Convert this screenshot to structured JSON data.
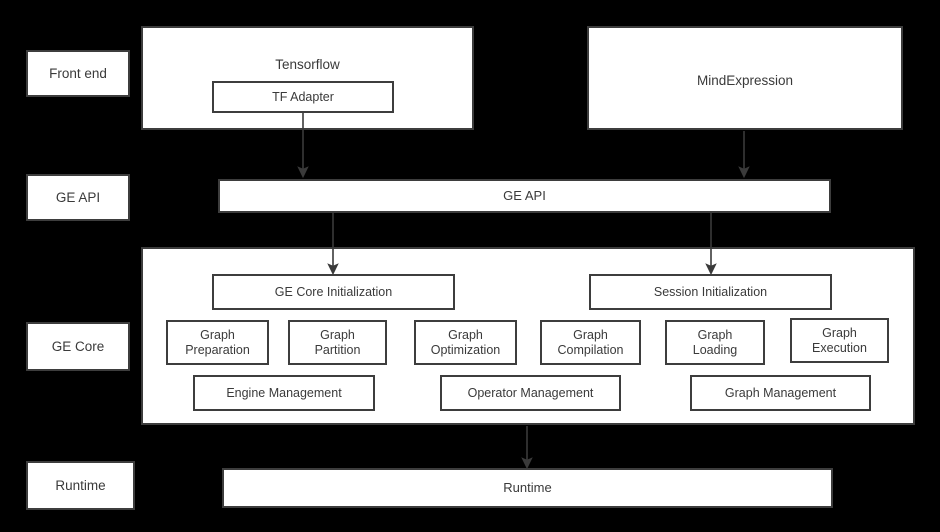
{
  "theme": {
    "background": "#000000",
    "box_fill": "#ffffff",
    "box_border": "#3d3d3d",
    "text_color": "#3a3a3a",
    "arrow_color": "#3a3a3a"
  },
  "lanes": [
    {
      "label": "Front end"
    },
    {
      "label": "GE API"
    },
    {
      "label": "GE Core"
    },
    {
      "label": "Runtime"
    }
  ],
  "frontend": {
    "tensorflow": {
      "title": "Tensorflow",
      "child": "TF Adapter"
    },
    "mindexpression": {
      "title": "MindExpression"
    }
  },
  "ge_api": {
    "label": "GE API"
  },
  "ge_core": {
    "init_boxes": [
      {
        "label": "GE Core Initialization"
      },
      {
        "label": "Session Initialization"
      }
    ],
    "modules": [
      {
        "label": "Graph\nPreparation"
      },
      {
        "label": "Graph\nPartition"
      },
      {
        "label": "Graph\nOptimization"
      },
      {
        "label": "Graph\nCompilation"
      },
      {
        "label": "Graph\nLoading"
      },
      {
        "label": "Graph\nExecution"
      }
    ],
    "management": [
      {
        "label": "Engine Management"
      },
      {
        "label": "Operator Management"
      },
      {
        "label": "Graph Management"
      }
    ]
  },
  "runtime": {
    "label": "Runtime"
  },
  "arrows": [
    {
      "name": "tf-adapter-to-ge-api"
    },
    {
      "name": "mindexpression-to-ge-api"
    },
    {
      "name": "ge-api-to-ge-core-initialization"
    },
    {
      "name": "ge-api-to-session-initialization"
    },
    {
      "name": "ge-core-to-runtime"
    }
  ]
}
